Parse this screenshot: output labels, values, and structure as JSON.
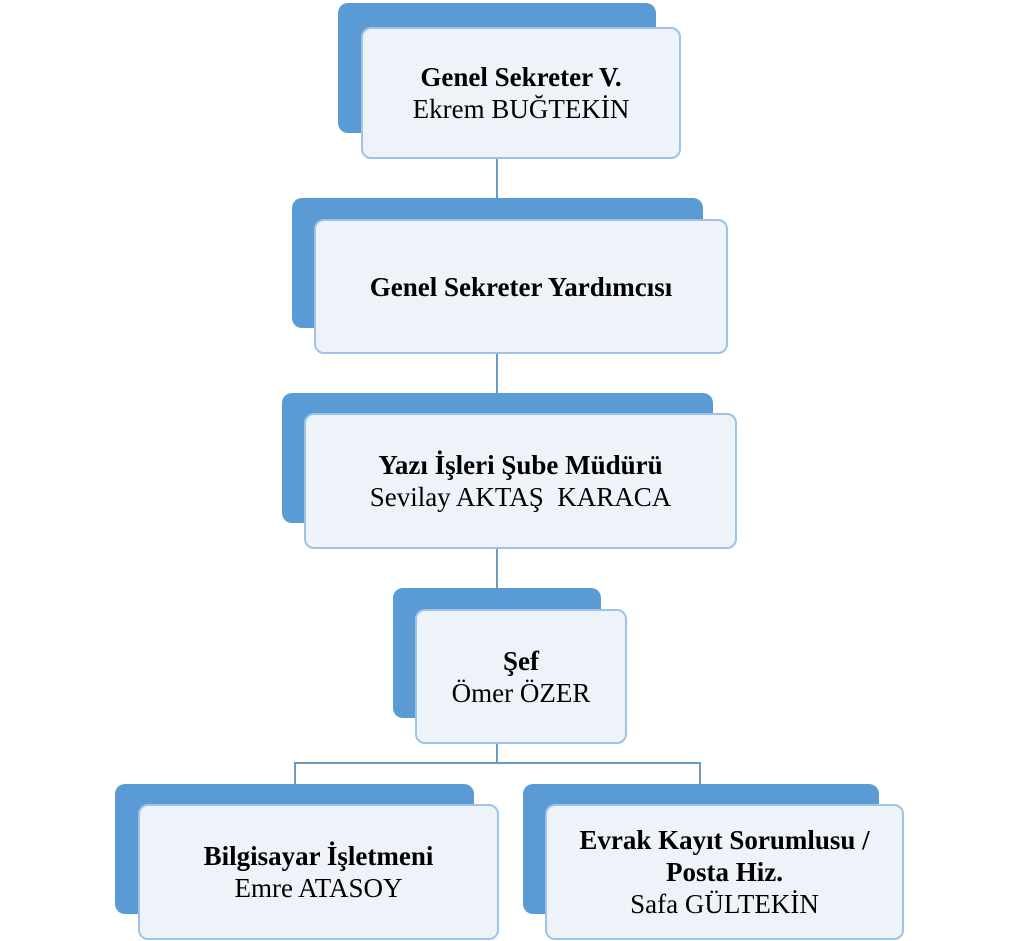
{
  "org_chart": {
    "nodes": [
      {
        "id": "n1",
        "title": "Genel Sekreter V.",
        "person": "Ekrem BUĞTEKİN"
      },
      {
        "id": "n2",
        "title": "Genel Sekreter Yardımcısı",
        "person": ""
      },
      {
        "id": "n3",
        "title": "Yazı İşleri Şube Müdürü",
        "person": "Sevilay AKTAŞ  KARACA"
      },
      {
        "id": "n4",
        "title": "Şef",
        "person": "Ömer ÖZER"
      },
      {
        "id": "n5",
        "title": "Bilgisayar İşletmeni",
        "person": "Emre ATASOY"
      },
      {
        "id": "n6",
        "title": "Evrak Kayıt Sorumlusu / Posta Hiz.",
        "person": "Safa GÜLTEKİN"
      }
    ],
    "edges": [
      {
        "from": "n1",
        "to": "n2"
      },
      {
        "from": "n2",
        "to": "n3"
      },
      {
        "from": "n3",
        "to": "n4"
      },
      {
        "from": "n4",
        "to": "n5"
      },
      {
        "from": "n4",
        "to": "n6"
      }
    ],
    "colors": {
      "back_box": "#5b9bd5",
      "front_box": "#eef3fa",
      "front_border": "#9dc3e6",
      "connector": "#6a9bc3"
    }
  }
}
